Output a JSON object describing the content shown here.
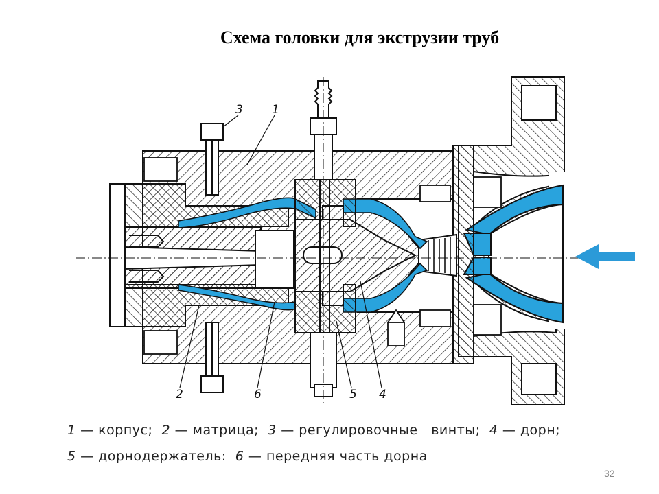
{
  "title": "Схема головки для экструзии труб",
  "part_labels": [
    "1",
    "2",
    "3",
    "4",
    "5",
    "6"
  ],
  "legend_line1": [
    {
      "num": "1",
      "text": " — корпус;  "
    },
    {
      "num": "2",
      "text": " — матрица;  "
    },
    {
      "num": "3",
      "text": " — регулировочные   винты;  "
    },
    {
      "num": "4",
      "text": " — дорн;"
    }
  ],
  "legend_line2": [
    {
      "num": "5",
      "text": " — дорнодержатель:  "
    },
    {
      "num": "6",
      "text": " — передняя часть дорна"
    }
  ],
  "page_number": "32",
  "colors": {
    "melt_channel": "#29a3dd",
    "arrow": "#2b9ad8",
    "hatch": "#1a1a1a"
  }
}
